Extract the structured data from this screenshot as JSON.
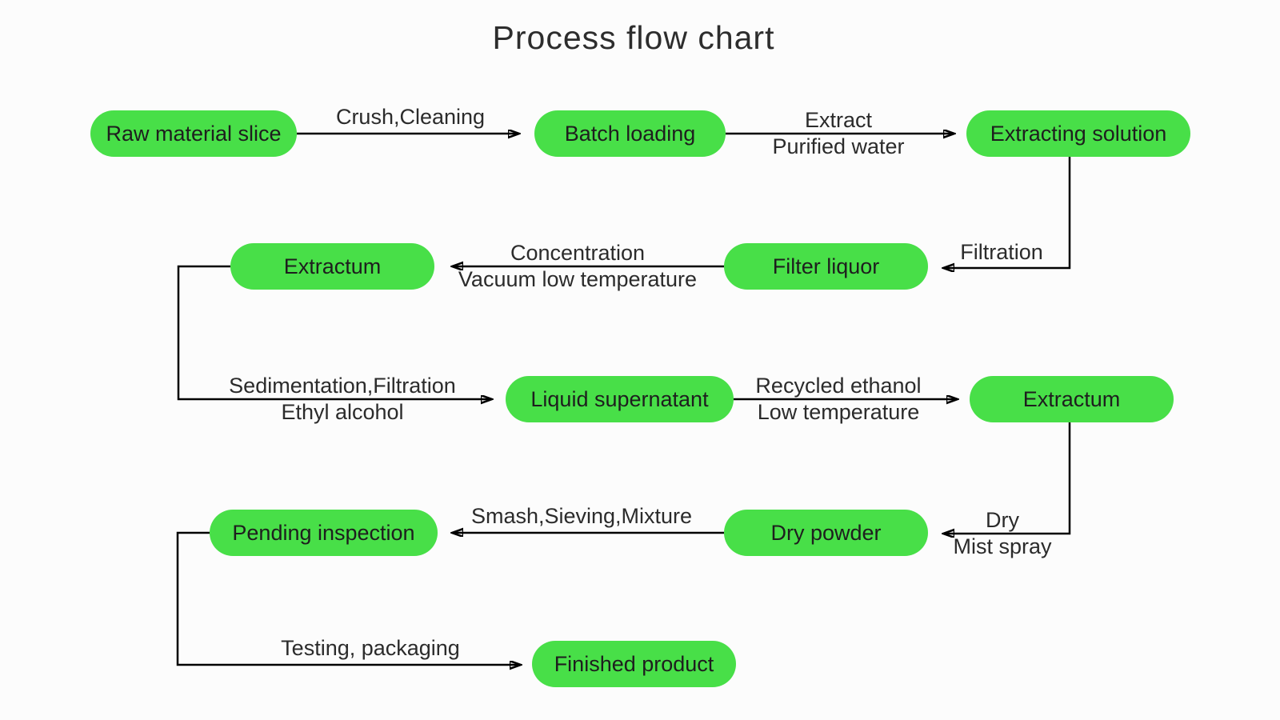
{
  "title": "Process flow chart",
  "colors": {
    "node_fill": "#48df48",
    "line": "#000000",
    "text": "#2b2b2b",
    "background": "#fcfcfc"
  },
  "nodes": {
    "raw_material_slice": "Raw material slice",
    "batch_loading": "Batch loading",
    "extracting_solution": "Extracting solution",
    "extractum_1": "Extractum",
    "filter_liquor": "Filter liquor",
    "liquid_supernatant": "Liquid supernatant",
    "extractum_2": "Extractum",
    "pending_inspection": "Pending inspection",
    "dry_powder": "Dry powder",
    "finished_product": "Finished product"
  },
  "edge_labels": {
    "crush_cleaning": {
      "top": "Crush,Cleaning"
    },
    "extract": {
      "top": "Extract",
      "bottom": "Purified water"
    },
    "filtration": {
      "top": "Filtration"
    },
    "concentration": {
      "top": "Concentration",
      "bottom": "Vacuum low temperature"
    },
    "sedimentation": {
      "top": "Sedimentation,Filtration",
      "bottom": "Ethyl alcohol"
    },
    "recycled_ethanol": {
      "top": "Recycled ethanol",
      "bottom": "Low temperature"
    },
    "dry": {
      "top": "Dry",
      "bottom": "Mist spray"
    },
    "smash": {
      "top": "Smash,Sieving,Mixture"
    },
    "testing_packaging": {
      "top": "Testing, packaging"
    }
  },
  "edges": [
    {
      "from": "raw_material_slice",
      "to": "batch_loading",
      "label": "Crush,Cleaning"
    },
    {
      "from": "batch_loading",
      "to": "extracting_solution",
      "label": "Extract / Purified water"
    },
    {
      "from": "extracting_solution",
      "to": "filter_liquor",
      "label": "Filtration"
    },
    {
      "from": "filter_liquor",
      "to": "extractum_1",
      "label": "Concentration / Vacuum low temperature"
    },
    {
      "from": "extractum_1",
      "to": "liquid_supernatant",
      "label": "Sedimentation,Filtration / Ethyl alcohol"
    },
    {
      "from": "liquid_supernatant",
      "to": "extractum_2",
      "label": "Recycled ethanol / Low temperature"
    },
    {
      "from": "extractum_2",
      "to": "dry_powder",
      "label": "Dry / Mist spray"
    },
    {
      "from": "dry_powder",
      "to": "pending_inspection",
      "label": "Smash,Sieving,Mixture"
    },
    {
      "from": "pending_inspection",
      "to": "finished_product",
      "label": "Testing, packaging"
    }
  ]
}
